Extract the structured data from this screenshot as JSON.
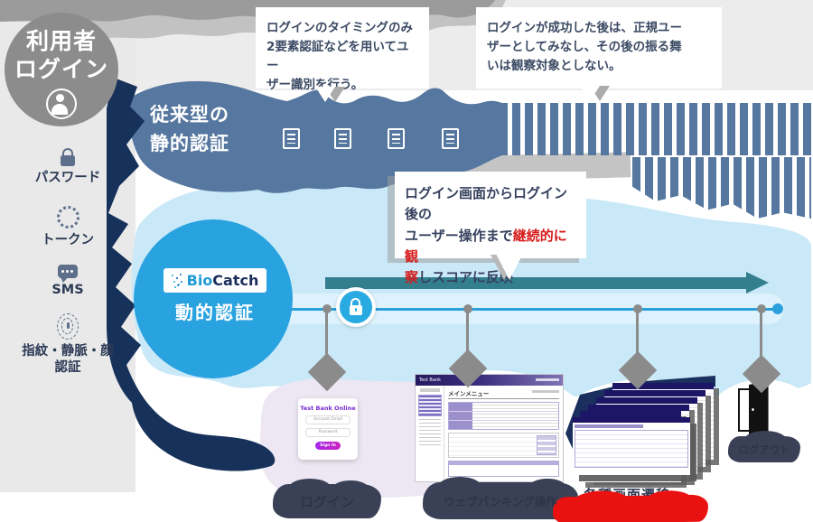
{
  "colors": {
    "steel_blue": "#56779f",
    "navy": "#16315a",
    "dynamic_blue": "#29a2e0",
    "pale_blue": "#c9e8f8",
    "teal_arrow": "#337f8d",
    "timeline_blue": "#2ba0da",
    "gray_circle": "#8c8c8c",
    "highlight_red": "#d61c1c",
    "red_blob": "#ea1210",
    "login_purple": "#7a2bd0"
  },
  "user_circle": {
    "line1": "利用者",
    "line2": "ログイン"
  },
  "auth_methods": {
    "password": "パスワード",
    "token": "トークン",
    "sms": "SMS",
    "biometric": "指紋・静脈・顔\n認証"
  },
  "static_auth": {
    "title": "従来型の\n静的認証"
  },
  "dynamic_auth": {
    "brand_bio": "Bio",
    "brand_catch": "Catch",
    "title": "動的認証"
  },
  "callouts": {
    "static_note": "ログインのタイミングのみ\n2要素認証などを用いてユー\nザー識別を行う。",
    "post_login_note": "ログインが成功した後は、正規ユー\nザーとしてみなし、その後の振る舞\nいは観察対象としない。",
    "dynamic_pre": "ログイン画面からログイン後の\nユーザー操作まで",
    "dynamic_red": "継続的に観\n察",
    "dynamic_post": "しスコアに反映"
  },
  "login_card": {
    "title": "Test Bank Online",
    "field1": "Account Email",
    "field2": "Password",
    "button": "Sign In"
  },
  "bank_page": {
    "brand": "Test Bank",
    "title": "メインメニュー"
  },
  "stage_labels": {
    "login": "ログイン",
    "banking": "ウェブバンキング操作",
    "transitions": "各種画面遷移",
    "logout": "ログアウト"
  }
}
